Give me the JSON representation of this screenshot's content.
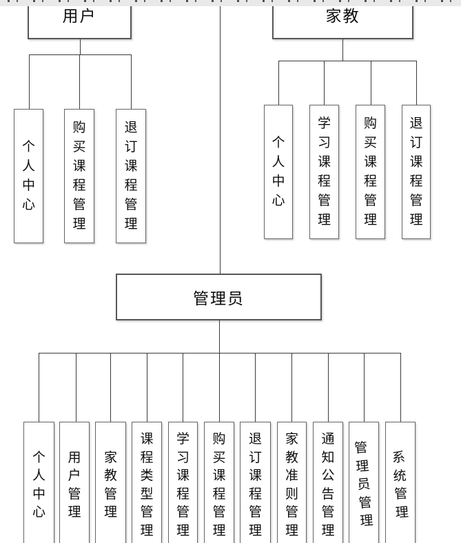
{
  "diagram": {
    "user": {
      "label": "用户",
      "children": [
        "个人中心",
        "购买课程管理",
        "退订课程管理"
      ]
    },
    "tutor": {
      "label": "家教",
      "children": [
        "个人中心",
        "学习课程管理",
        "购买课程管理",
        "退订课程管理"
      ]
    },
    "admin": {
      "label": "管理员",
      "children": [
        "个人中心",
        "用户管理",
        "家教管理",
        "课程类型管理",
        "学习课程管理",
        "购买课程管理",
        "退订课程管理",
        "家教准则管理",
        "通知公告管理",
        "管理员管理",
        "系统管理"
      ]
    },
    "colors": {
      "background": "#ffffff",
      "line": "#3a3a3a",
      "box_border": "#636363",
      "text": "#0d0d0d",
      "top_strip": "#e9e9e9"
    }
  }
}
